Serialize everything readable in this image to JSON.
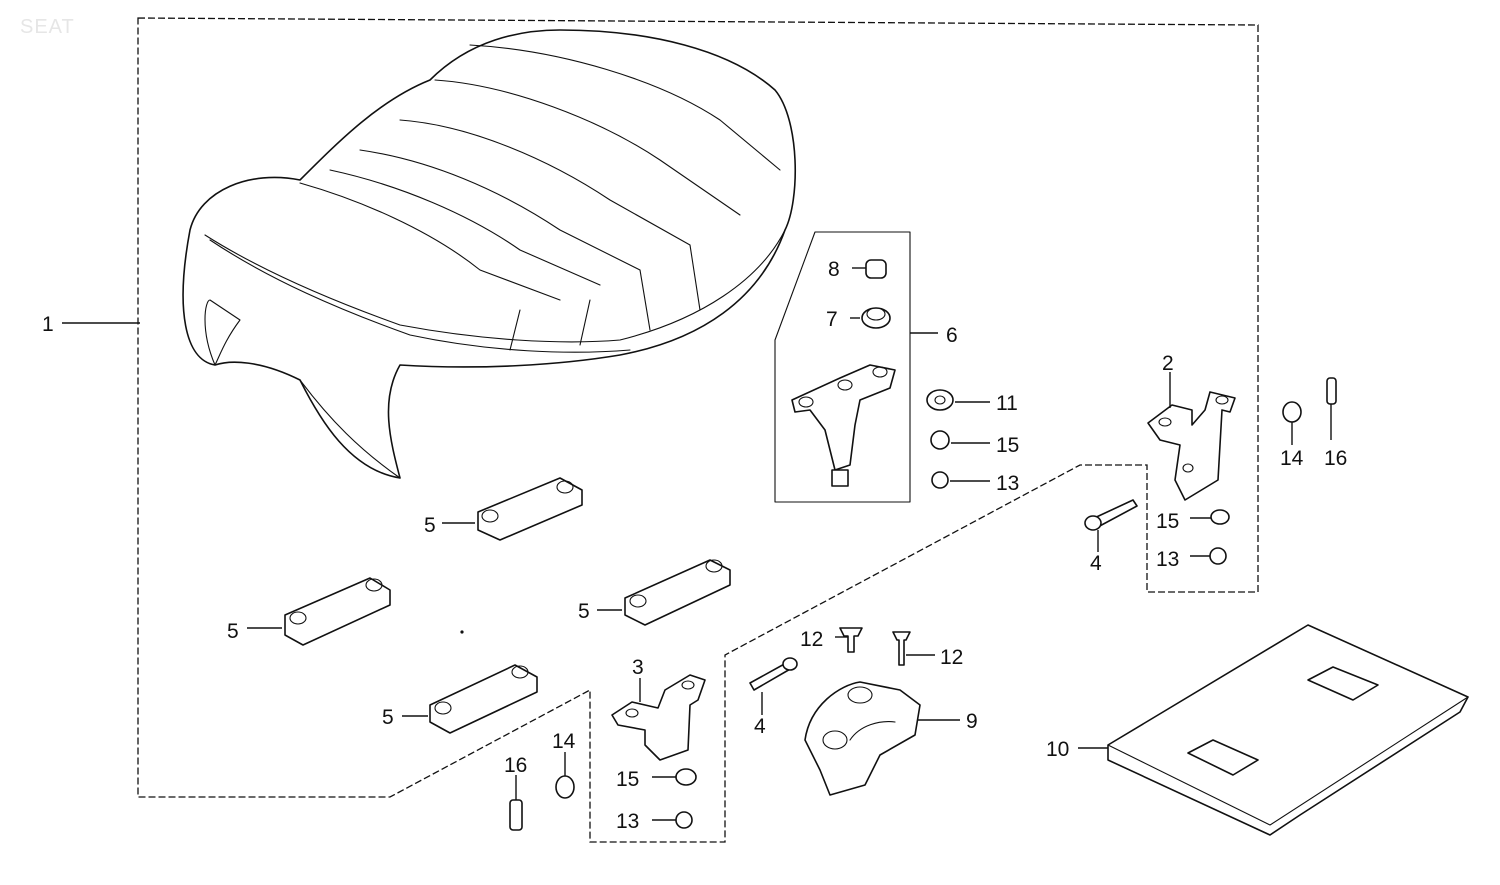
{
  "title": "SEAT",
  "callouts": {
    "c1": "1",
    "c2": "2",
    "c3": "3",
    "c4a": "4",
    "c4b": "4",
    "c5a": "5",
    "c5b": "5",
    "c5c": "5",
    "c5d": "5",
    "c6": "6",
    "c7": "7",
    "c8": "8",
    "c9": "9",
    "c10": "10",
    "c11": "11",
    "c12a": "12",
    "c12b": "12",
    "c13a": "13",
    "c13b": "13",
    "c13c": "13",
    "c14a": "14",
    "c14b": "14",
    "c15a": "15",
    "c15b": "15",
    "c15c": "15",
    "c16a": "16",
    "c16b": "16"
  }
}
